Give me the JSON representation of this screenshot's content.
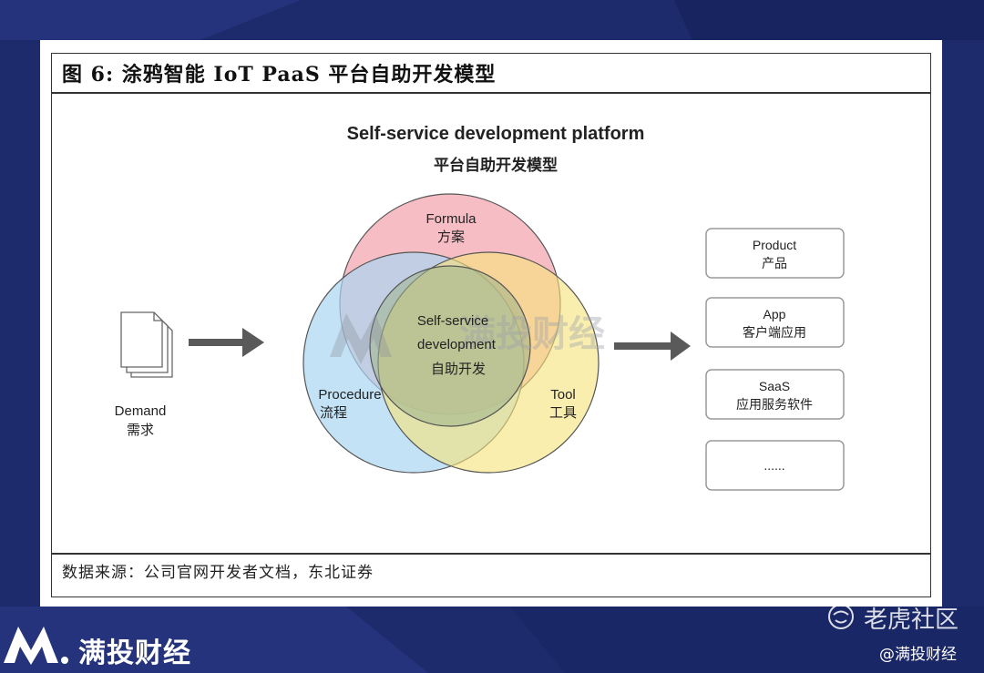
{
  "figure": {
    "title": "图 6:  涂鸦智能 IoT PaaS 平台自助开发模型",
    "source": "数据来源：公司官网开发者文档，东北证券"
  },
  "diagram": {
    "heading_en": "Self-service development platform",
    "heading_cn": "平台自助开发模型",
    "demand": {
      "en": "Demand",
      "cn": "需求"
    },
    "circles": {
      "formula": {
        "en": "Formula",
        "cn": "方案",
        "color": "#f4a7b0"
      },
      "procedure": {
        "en": "Procedure",
        "cn": "流程",
        "color": "#a9d6f2"
      },
      "tool": {
        "en": "Tool",
        "cn": "工具",
        "color": "#f7ea8c"
      }
    },
    "center": {
      "line1": "Self-service",
      "line2": "development",
      "line3": "自助开发"
    },
    "outputs": [
      {
        "en": "Product",
        "cn": "产品"
      },
      {
        "en": "App",
        "cn": "客户端应用"
      },
      {
        "en": "SaaS",
        "cn": "应用服务软件"
      },
      {
        "en": "......",
        "cn": ""
      }
    ],
    "watermark": "满投财经"
  },
  "branding": {
    "logo_text": "满投财经",
    "watermark_top": "老虎社区",
    "watermark_bottom": "@满投财经"
  },
  "colors": {
    "background": "#1d2a6b",
    "arrow": "#5a5a5a",
    "box_border": "#9a9a9a"
  }
}
